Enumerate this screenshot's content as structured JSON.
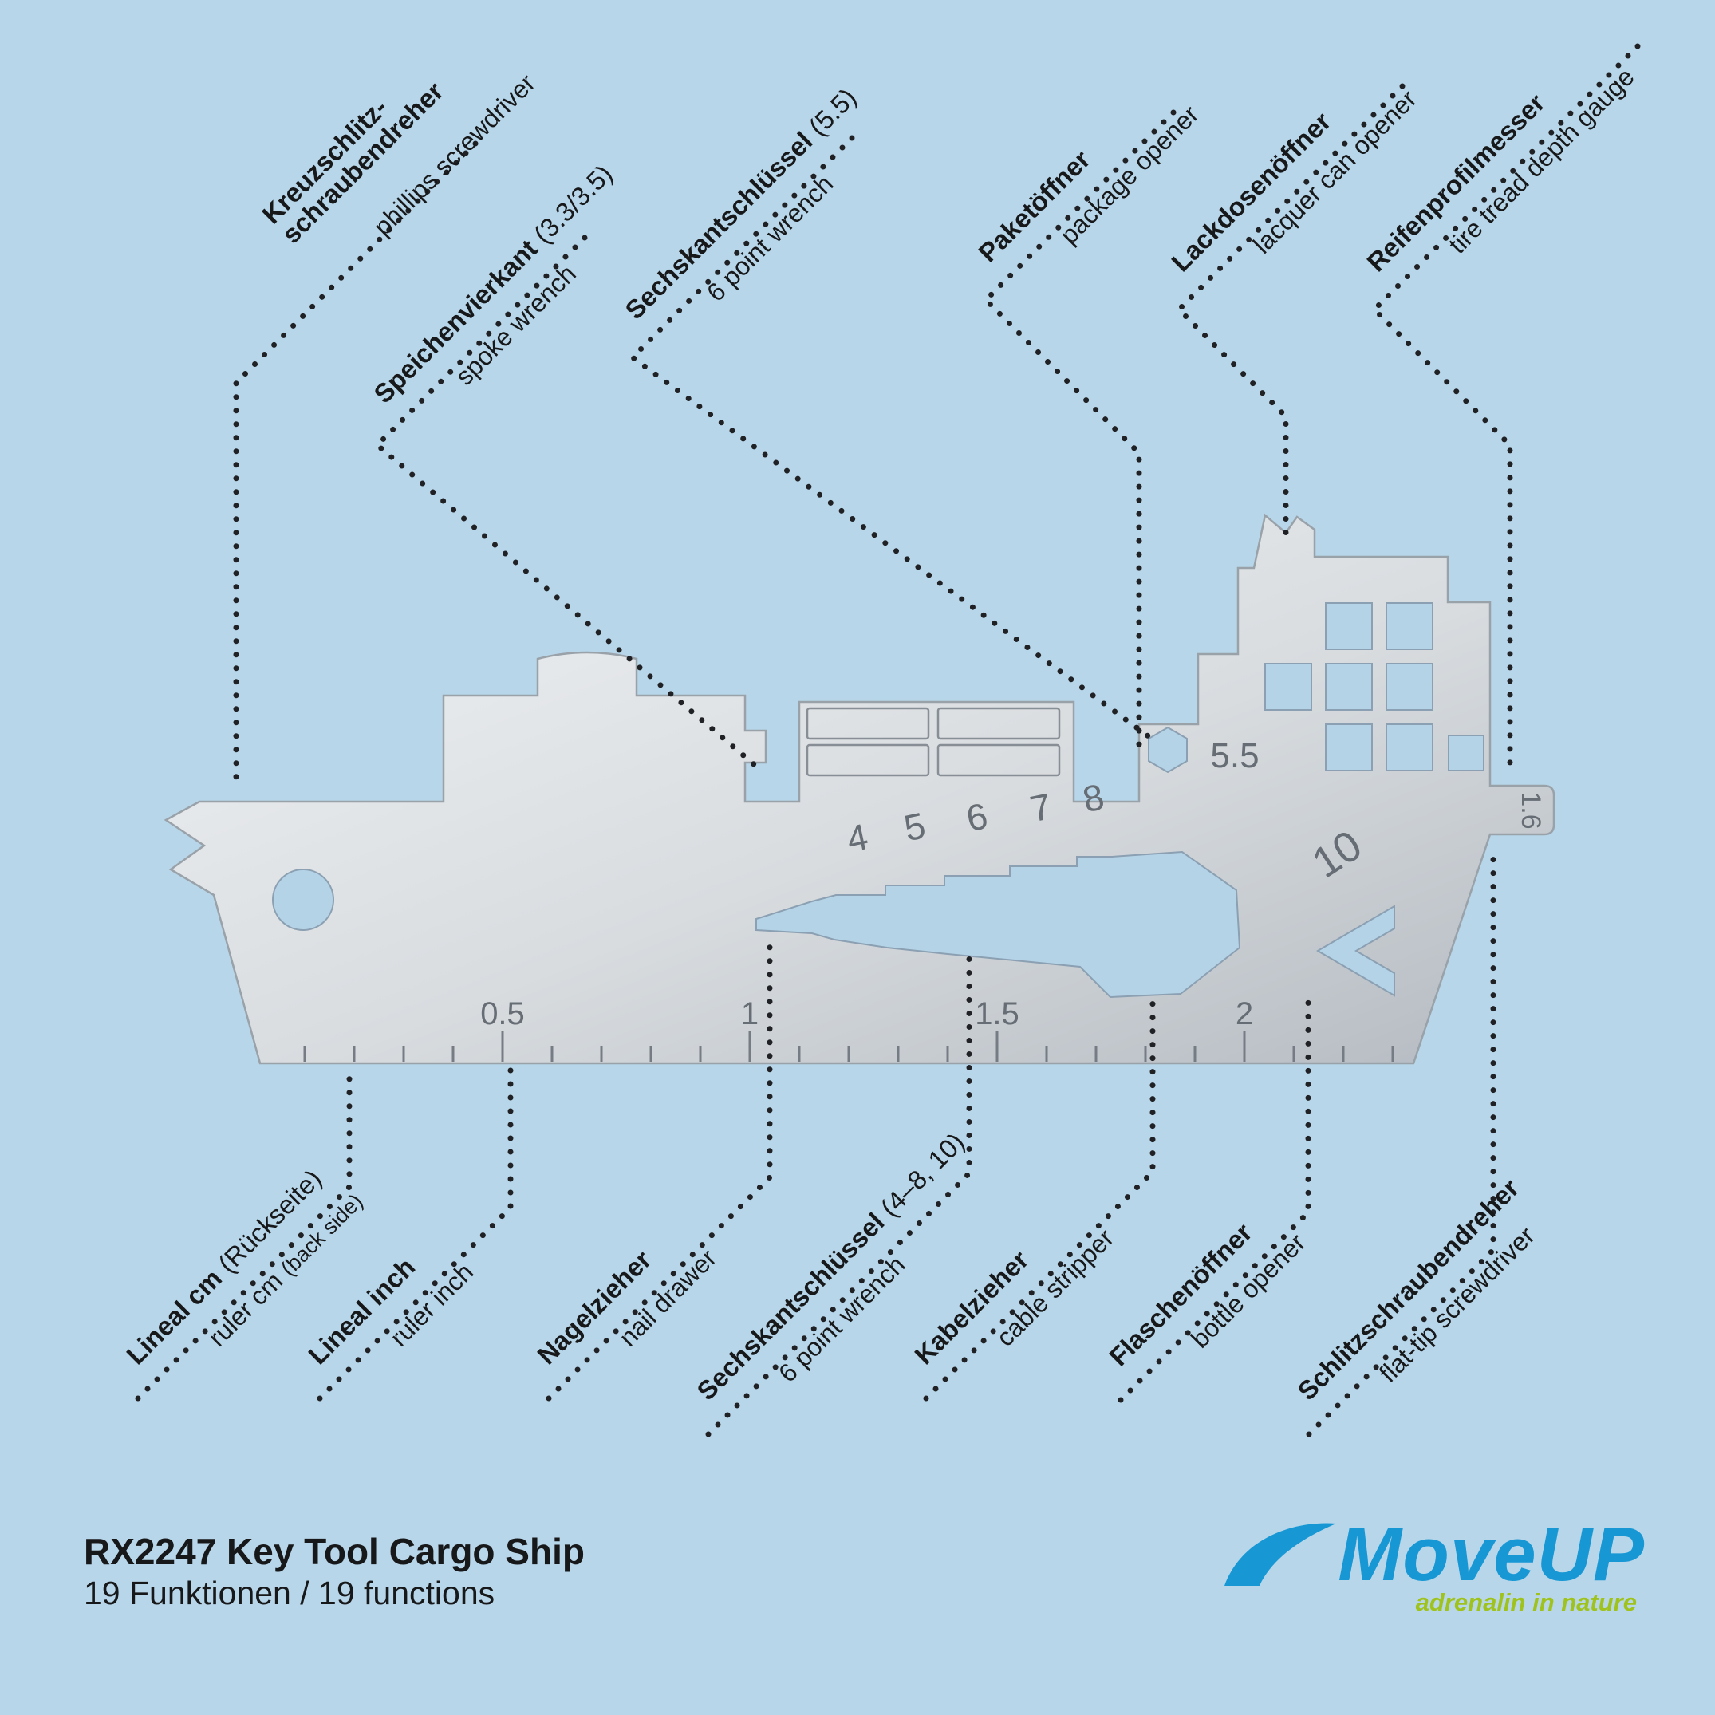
{
  "background_color": "#b8d6e9",
  "labels_top": [
    {
      "de": "Kreuzschlitz-\nschraubendreher",
      "note": "",
      "en": "phillips screwdriver"
    },
    {
      "de": "Speichenvierkant",
      "note": "(3.3/3.5)",
      "en": "spoke wrench"
    },
    {
      "de": "Sechskantschlüssel",
      "note": "(5.5)",
      "en": "6 point wrench"
    },
    {
      "de": "Paketöffner",
      "note": "",
      "en": "package opener"
    },
    {
      "de": "Lackdosenöffner",
      "note": "",
      "en": "lacquer can opener"
    },
    {
      "de": "Reifenprofilmesser",
      "note": "",
      "en": "tire tread depth gauge"
    }
  ],
  "labels_bottom": [
    {
      "de": "Lineal cm",
      "note": "(Rückseite)",
      "en": "ruler cm",
      "en_note": "(back side)"
    },
    {
      "de": "Lineal inch",
      "note": "",
      "en": "ruler inch",
      "en_note": ""
    },
    {
      "de": "Nagelzieher",
      "note": "",
      "en": "nail drawer",
      "en_note": ""
    },
    {
      "de": "Sechskantschlüssel",
      "note": "(4–8, 10)",
      "en": "6 point wrench",
      "en_note": ""
    },
    {
      "de": "Kabelzieher",
      "note": "",
      "en": "cable stripper",
      "en_note": ""
    },
    {
      "de": "Flaschenöffner",
      "note": "",
      "en": "bottle opener",
      "en_note": ""
    },
    {
      "de": "Schlitzschraubendreher",
      "note": "",
      "en": "flat-tip screwdriver",
      "en_note": ""
    }
  ],
  "tool_markings": {
    "hex_sizes": [
      "4",
      "5",
      "6",
      "7",
      "8"
    ],
    "hex_large": "10",
    "hex_55": "5.5",
    "tread_depth": "1.6",
    "ruler_inch_labels": [
      "0.5",
      "1",
      "1.5",
      "2"
    ]
  },
  "footer": {
    "title": "RX2247 Key Tool Cargo Ship",
    "subtitle": "19 Funktionen / 19 functions"
  },
  "logo": {
    "brand": "MoveUP",
    "tagline": "adrenalin in nature",
    "brand_color": "#1798d5",
    "tagline_color": "#9fc31c"
  }
}
